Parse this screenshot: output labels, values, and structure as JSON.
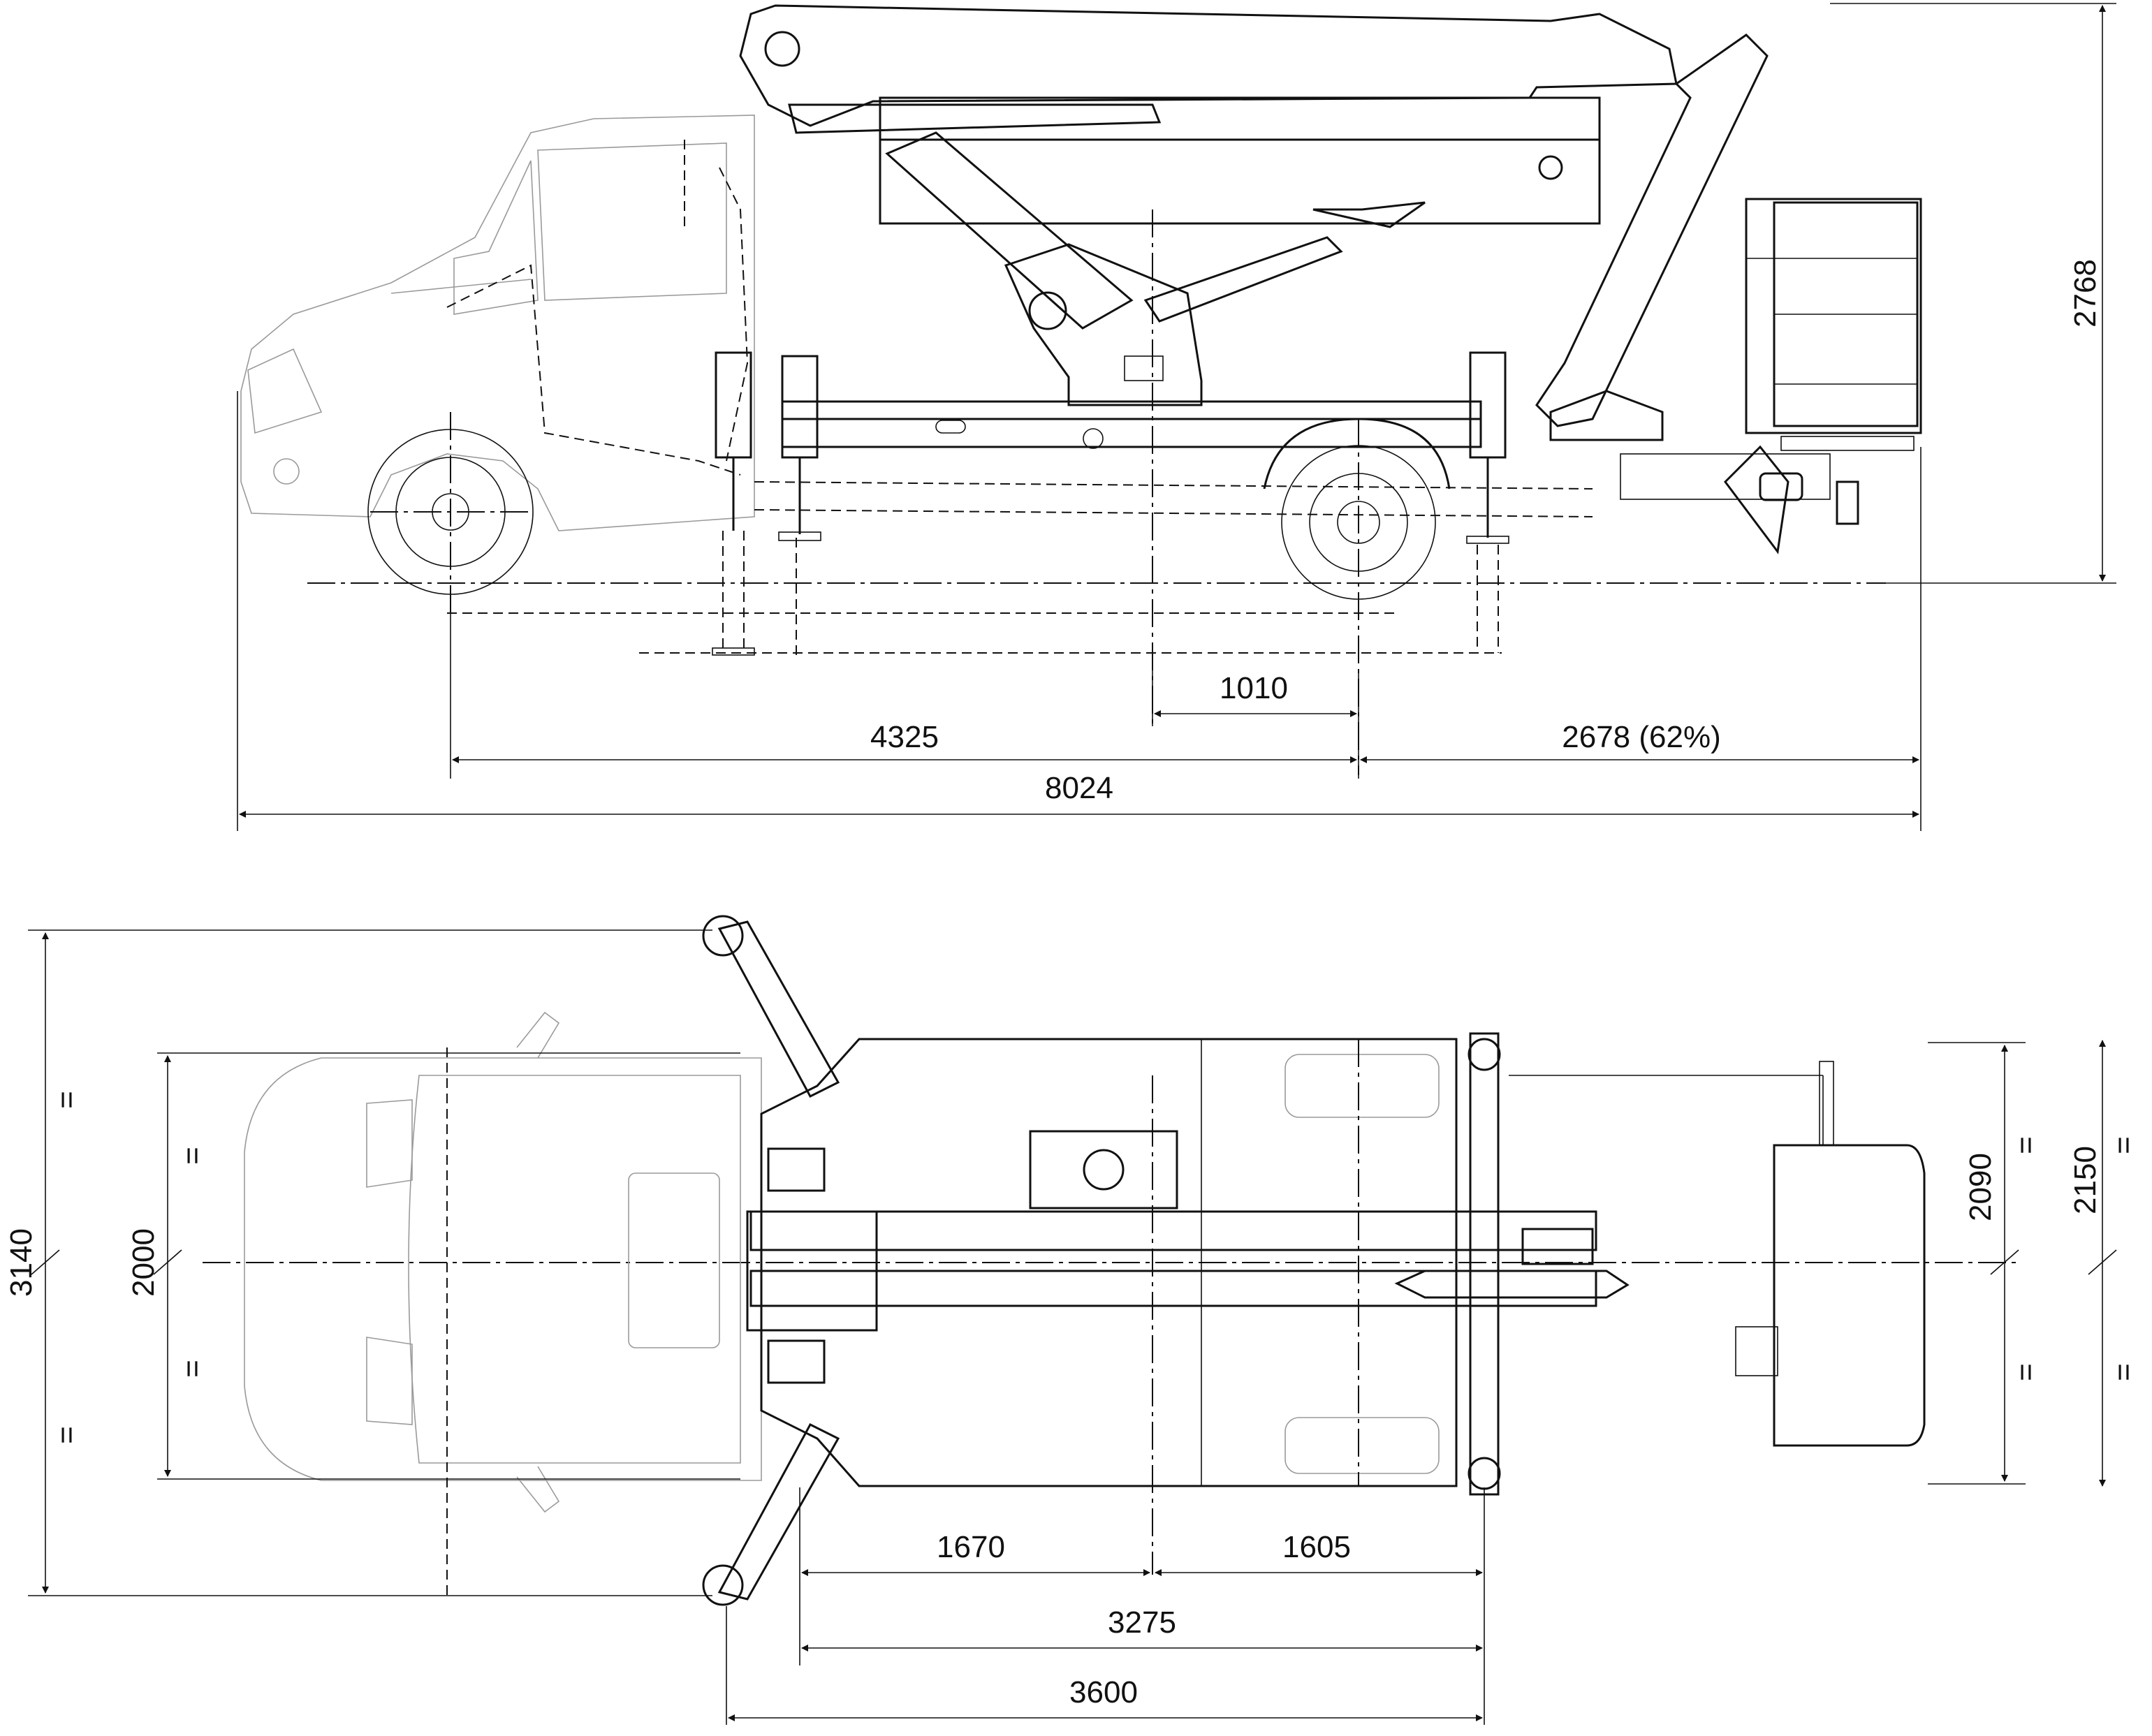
{
  "side_view": {
    "height_label": "2768",
    "dim_1010": "1010",
    "dim_4325": "4325",
    "dim_2678": "2678 (62%)",
    "dim_8024": "8024"
  },
  "top_view": {
    "dim_3140": "3140",
    "dim_2000": "2000",
    "dim_2090": "2090",
    "dim_2150": "2150",
    "dim_1670": "1670",
    "dim_1605": "1605",
    "dim_3275": "3275",
    "dim_3600": "3600",
    "equal_mark": "="
  }
}
